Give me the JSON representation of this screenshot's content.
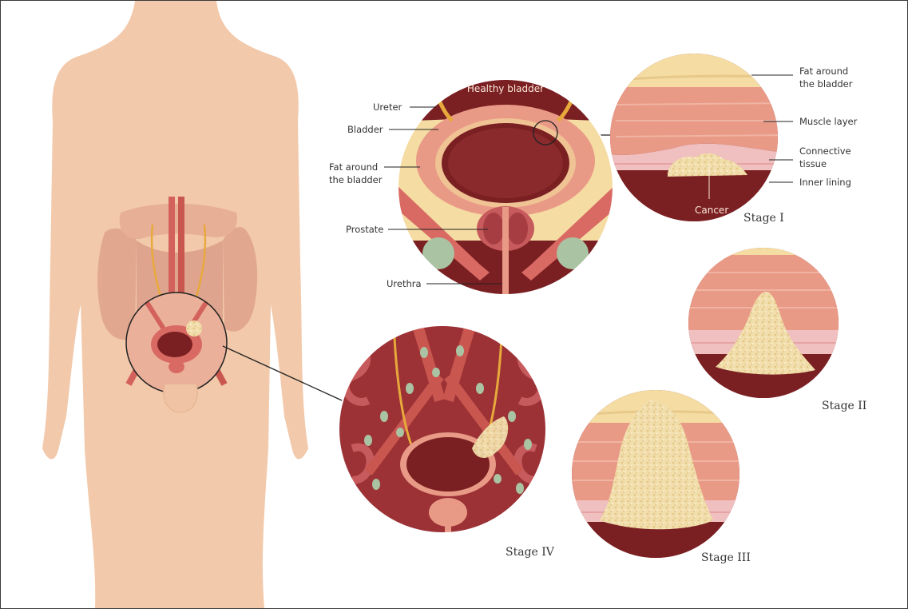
{
  "healthy": {
    "title": "Healthy bladder",
    "labels": {
      "ureter": "Ureter",
      "bladder": "Bladder",
      "fat_line1": "Fat around",
      "fat_line2": "the bladder",
      "prostate": "Prostate",
      "urethra": "Urethra"
    }
  },
  "layers": {
    "fat_line1": "Fat around",
    "fat_line2": "the bladder",
    "muscle": "Muscle layer",
    "connective_line1": "Connective",
    "connective_line2": "tissue",
    "inner": "Inner lining",
    "cancer": "Cancer"
  },
  "stages": {
    "stage1": "Stage I",
    "stage2": "Stage II",
    "stage3": "Stage III",
    "stage4": "Stage IV"
  },
  "colors": {
    "skin": "#f2c9aa",
    "tissue_dark": "#7a1f22",
    "tissue_mid": "#b84a4e",
    "muscle": "#e99a86",
    "fat": "#f5dca3",
    "cancer": "#f1deac",
    "lymph": "#a9c3a3"
  }
}
